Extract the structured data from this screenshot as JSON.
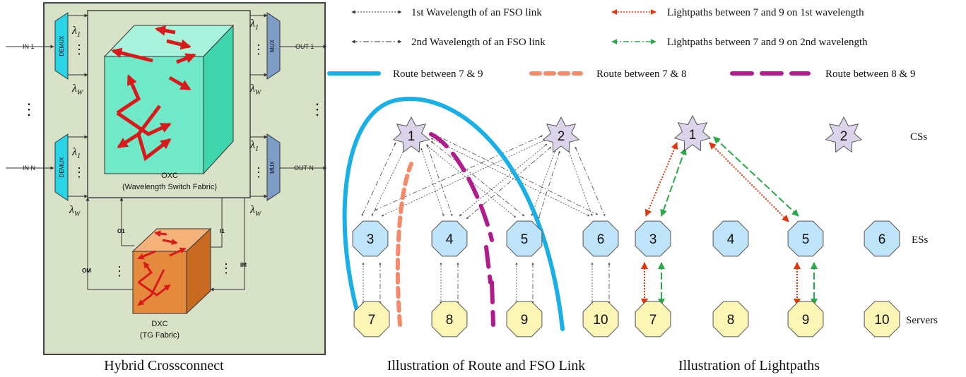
{
  "crossconnect": {
    "caption": "Hybrid Crossconnect",
    "in_top": "IN 1",
    "in_bottom": "IN N",
    "out_top": "OUT 1",
    "out_bottom": "OUT N",
    "demux": "DEMUX",
    "mux": "MUX",
    "lambda_1": "λ",
    "lambda_1_sub": "1",
    "lambda_w": "λ",
    "lambda_w_sub": "W",
    "dots": "⋮",
    "oxc_title": "OXC",
    "oxc_subtitle": "(Wavelength Switch Fabric)",
    "dxc_title": "DXC",
    "dxc_subtitle": "(TG Fabric)",
    "port_o1": "O1",
    "port_i1": "I1",
    "port_om": "OM",
    "port_im": "IM"
  },
  "legend": {
    "first_wavelength": "1st Wavelength of an FSO link",
    "second_wavelength": "2nd Wavelength of an FSO link",
    "lightpath_first": "Lightpaths between 7 and 9 on 1st wavelength",
    "lightpath_second": "Lightpaths between 7 and 9 on 2nd wavelength",
    "route_7_9": "Route between 7 & 9",
    "route_7_8": "Route between 7 & 8",
    "route_8_9": "Route between 8 & 9"
  },
  "colors": {
    "route_7_9": "#1ab0e6",
    "route_7_8": "#f58a6a",
    "route_8_9": "#b01c8c",
    "lightpath_first": "#e2360f",
    "lightpath_second": "#2aa84a",
    "cs_fill": "#dcd4ea",
    "es_fill": "#bfe3f8",
    "server_fill": "#fbf6b6",
    "panel_fill": "#d8e2c6",
    "oxc_fill": "#6fe9c8",
    "dxc_fill": "#e48a3c"
  },
  "route_figure": {
    "caption": "Illustration of Route and FSO Link",
    "cs": [
      "1",
      "2"
    ],
    "es": [
      "3",
      "4",
      "5",
      "6"
    ],
    "servers": [
      "7",
      "8",
      "9",
      "10"
    ]
  },
  "lightpath_figure": {
    "caption": "Illustration of Lightpaths",
    "cs": [
      "1",
      "2"
    ],
    "es": [
      "3",
      "4",
      "5",
      "6"
    ],
    "servers": [
      "7",
      "8",
      "9",
      "10"
    ],
    "tier_labels": [
      "CSs",
      "ESs",
      "Servers"
    ]
  }
}
